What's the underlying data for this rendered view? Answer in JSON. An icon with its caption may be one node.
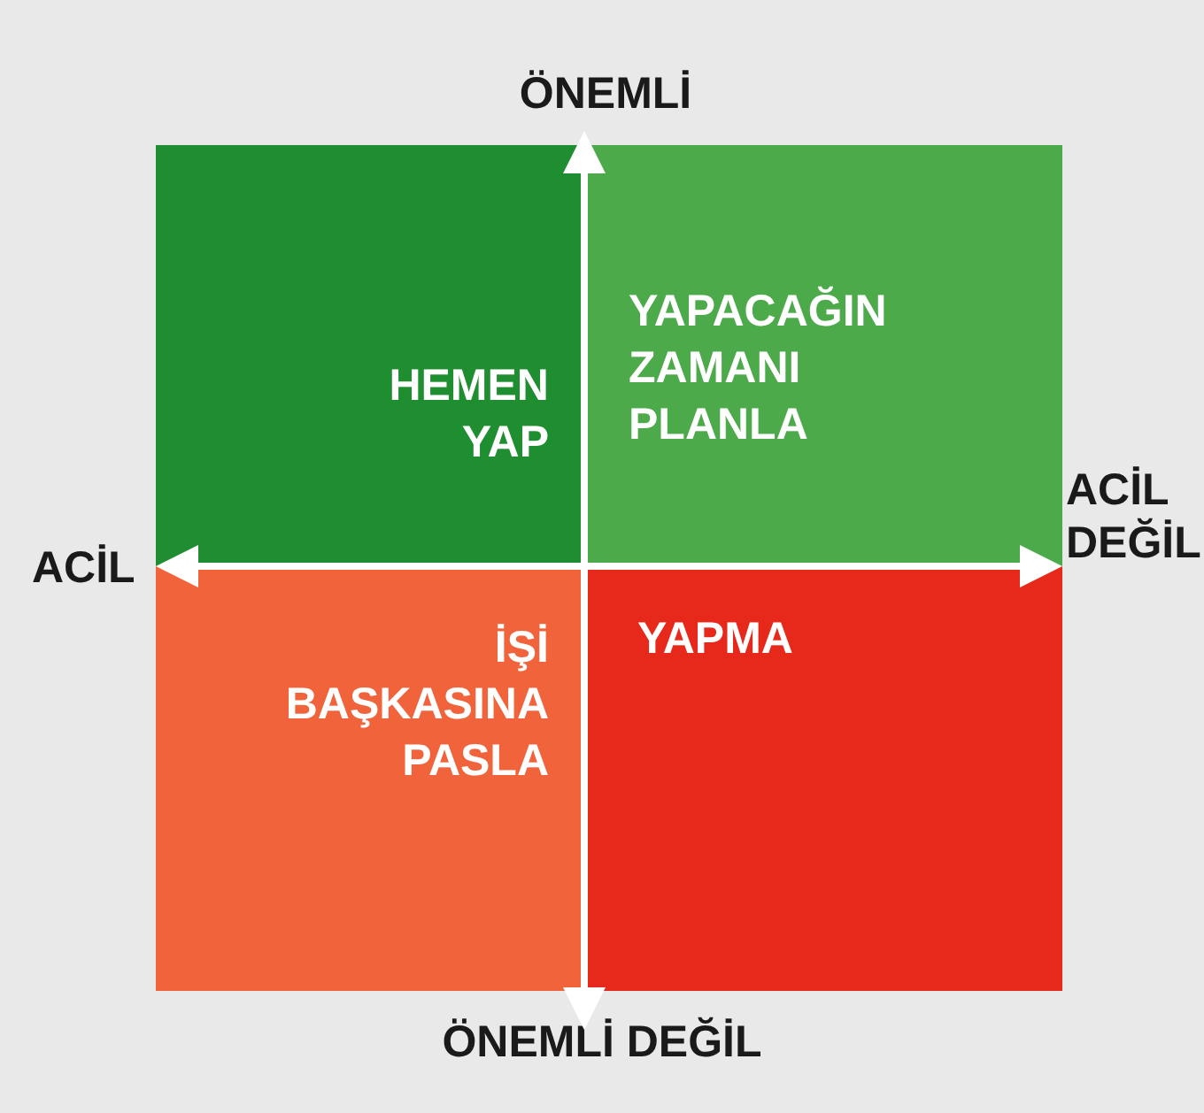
{
  "diagram": {
    "nodes": [
      {
        "text": [
          "HEMEN YAP"
        ]
      },
      {
        "text": [
          "YAPACAĞIN ZAMANI PLANLA"
        ]
      },
      {
        "text": [
          "İŞİ BAŞKASINA PASLA"
        ]
      },
      {
        "text": [
          "YAPMA"
        ]
      }
    ],
    "labels": [
      "ÖNEMLİ",
      "ACİL",
      "ACİL DEĞİL",
      "ÖNEMLİ DEĞİL"
    ]
  }
}
